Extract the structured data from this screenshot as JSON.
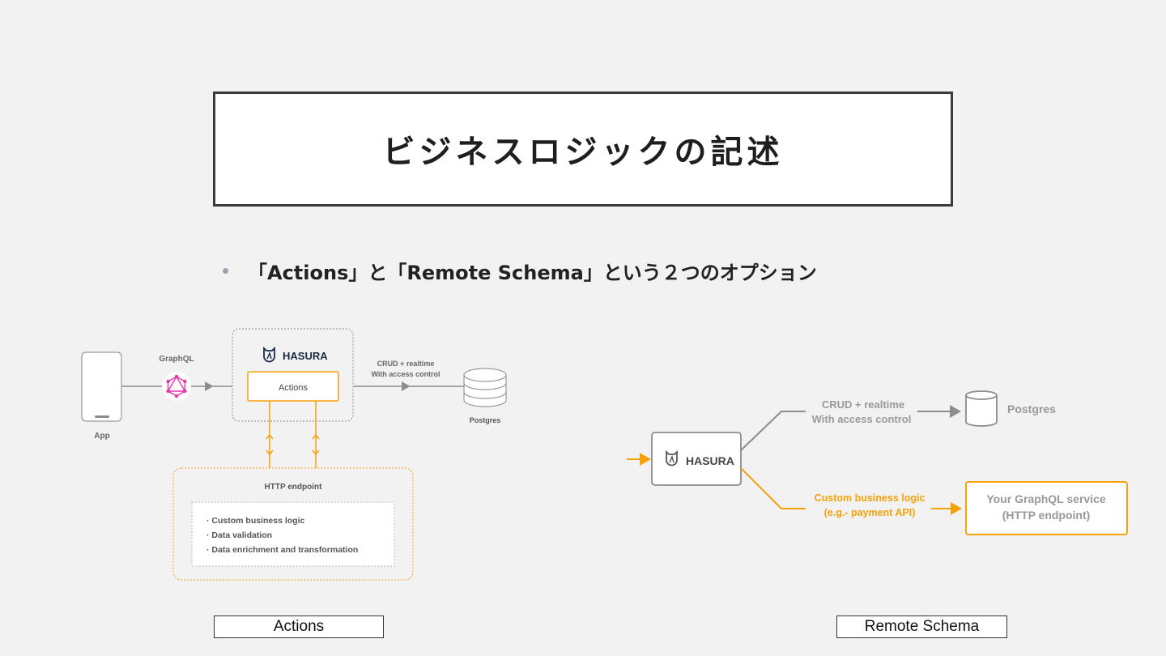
{
  "title": "ビジネスロジックの記述",
  "bullet": "「Actions」と「Remote Schema」という２つのオプション",
  "actions_diagram": {
    "app_label": "App",
    "graphql_label": "GraphQL",
    "hasura_logo": "HASURA",
    "actions_box": "Actions",
    "crud_line1": "CRUD + realtime",
    "crud_line2": "With access control",
    "postgres_label": "Postgres",
    "http_endpoint_title": "HTTP endpoint",
    "items": [
      "· Custom business logic",
      "· Data validation",
      "· Data enrichment and transformation"
    ]
  },
  "remote_diagram": {
    "hasura_logo": "HASURA",
    "crud_line1": "CRUD + realtime",
    "crud_line2": "With access control",
    "postgres_label": "Postgres",
    "custom_line1": "Custom business logic",
    "custom_line2": "(e.g.- payment API)",
    "service_line1": "Your GraphQL service",
    "service_line2": "(HTTP endpoint)"
  },
  "captions": {
    "actions": "Actions",
    "remote_schema": "Remote Schema"
  },
  "colors": {
    "orange": "#f5a20a",
    "gray": "#8c8c8c",
    "graphql_pink": "#e535ab",
    "hasura_navy": "#1a2a44"
  }
}
